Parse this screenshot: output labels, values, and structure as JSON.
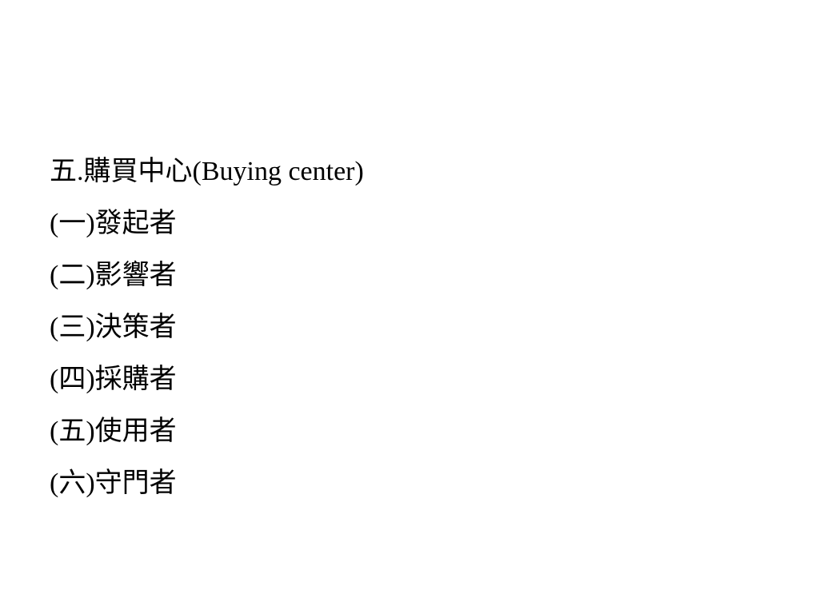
{
  "slide": {
    "title": "五.購買中心(Buying center)",
    "items": [
      "(一)發起者",
      "(二)影響者",
      "(三)決策者",
      "(四)採購者",
      "(五)使用者",
      "(六)守門者"
    ]
  }
}
